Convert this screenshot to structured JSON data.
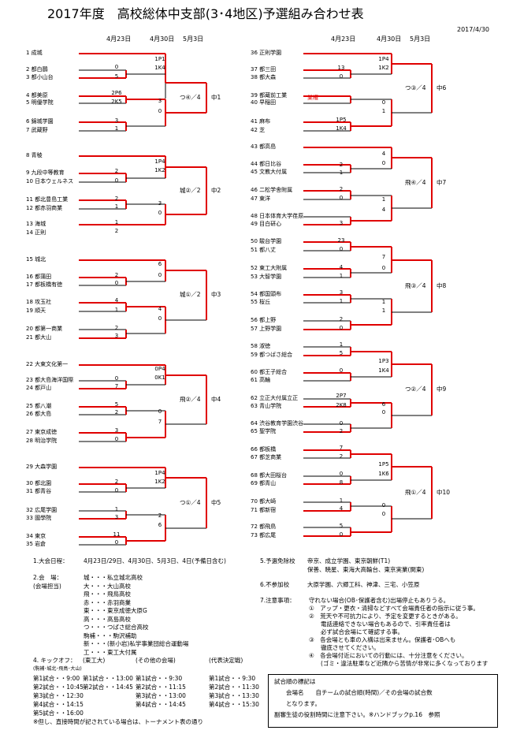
{
  "title": "2017年度　高校総体中支部(3･4地区)予選組み合わせ表",
  "print_date": "2017/4/30",
  "round_headers": [
    "4月23日",
    "4月30日",
    "5月3日"
  ],
  "colors": {
    "winner_line": "#e00000",
    "normal_line": "#000000",
    "highlight_text": "#e00000"
  },
  "left_teams": [
    "1 成城",
    "2 都白鷗",
    "3 都小山台",
    "4 都美原",
    "5 明優学院",
    "6 錦城学園",
    "7 武蔵野",
    "8 青稜",
    "9 九段中等教育",
    "10 日本ウェルネス",
    "11 都北豊島工業",
    "12 都赤羽商業",
    "13 海城",
    "14 正則",
    "15 城北",
    "16 都蒲田",
    "17 都板橋有徳",
    "18 攻玉社",
    "19 順天",
    "20 都第一商業",
    "21 都大山",
    "22 大東文化第一",
    "23 都大島海洋国際",
    "24 都戸山",
    "25 都八潮",
    "26 都大島",
    "27 東京成徳",
    "28 明治学院",
    "29 大森学園",
    "30 都北園",
    "31 都青谷",
    "32 広尾学園",
    "33 國學院",
    "34 東京",
    "35 岩倉"
  ],
  "right_teams": [
    "36 正則学園",
    "37 都三田",
    "38 都大森",
    "39 都蔵前工業",
    "40 早稲田",
    "41 麻布",
    "42 芝",
    "43 都高島",
    "44 都日比谷",
    "45 文教大付属",
    "46 二松学舎附属",
    "47 東洋",
    "48 日本体育大学荏原",
    "49 目白研心",
    "50 駿台学園",
    "51 都八丈",
    "52 東工大附属",
    "53 大智学園",
    "54 都国頭布",
    "55 桜丘",
    "56 都上野",
    "57 上野学園",
    "58 淑徳",
    "59 都つばさ総合",
    "60 都王子総合",
    "61 高輪",
    "62 立正大付属立正",
    "63 青山学院",
    "64 渋谷教育学園渋谷",
    "65 聖学院",
    "66 都板橋",
    "67 都芝商業",
    "68 都大田桜台",
    "69 都青山",
    "70 都大崎",
    "71 都新宿",
    "72 都飛鳥",
    "73 都広尾"
  ],
  "venues": [
    "つ④／4",
    "城②／2",
    "城①／2",
    "飛②／4",
    "つ①／4",
    "つ③／4",
    "飛④／4",
    "飛③／4",
    "つ②／4",
    "飛①／4"
  ],
  "pool_labels": [
    "中1",
    "中2",
    "中3",
    "中4",
    "中5",
    "中6",
    "中7",
    "中8",
    "中9",
    "中10"
  ],
  "scores": {
    "left": [
      "1P1",
      "1K4",
      "0",
      "5",
      "2P6",
      "2K5",
      "3",
      "0",
      "3",
      "1",
      "1P4",
      "1K2",
      "2",
      "0",
      "2",
      "1",
      "3",
      "0",
      "1",
      "2",
      "6",
      "0",
      "2",
      "0",
      "4",
      "1",
      "4",
      "0",
      "2",
      "3",
      "0P4",
      "0K1",
      "0",
      "7",
      "5",
      "2",
      "0",
      "7",
      "3",
      "0",
      "1P4",
      "1K2",
      "2",
      "0",
      "1",
      "3",
      "2",
      "6",
      "11",
      "0"
    ],
    "right": [
      "1P4",
      "1K2",
      "13",
      "0",
      "0",
      "1",
      "1P5",
      "1K4",
      "4",
      "0",
      "2",
      "1",
      "2",
      "0",
      "1",
      "4",
      "3",
      "23",
      "0",
      "7",
      "4",
      "1",
      "0",
      "3",
      "1",
      "1",
      "1",
      "2",
      "0",
      "1",
      "1P3",
      "1K4",
      "5",
      "0",
      "2P7",
      "2K8",
      "6",
      "0",
      "0",
      "2",
      "7",
      "2",
      "1P5",
      "1K6",
      "0",
      "8",
      "1",
      "4",
      "0",
      "0",
      "5",
      "0"
    ]
  },
  "highlight_text": "業権",
  "notes": {
    "n1_label": "1.大会日程：",
    "n1_text": "4月23日/29日、4月30日、5月3日、4日(予備日含む)",
    "n2_label": "2.会　場：",
    "n2_sub": "(会場担当)",
    "n2_items": [
      "城・・・私立城北高校",
      "大・・・大山高校",
      "飛・・・飛鳥高校",
      "赤・・・赤羽商業",
      "東・・・東京成徳大原G",
      "高・・・高島高校",
      "つ・・・つばさ総合高校",
      "駒補・・・駒沢補助",
      "新・・・(新小岩)私学事業団総合運動場",
      "工・・・東工大付属"
    ],
    "n5_label": "5.予選免除校",
    "n5_lines": [
      "帝京、成立学園、東京朝鮮(T1)",
      "保善、暁星、東海大高輪台、東京実業(関東)"
    ],
    "n6_label": "6.不参加校",
    "n6_text": "大原学園、六郷工科、神津、三宅、小笠原",
    "n7_label": "7.注意事項：",
    "n7_lines": [
      "守れない場合(OB･保護者含む)出場停止もありうる。",
      "①　アップ・更衣・清掃などすべて会場責任者の指示に従う事。",
      "②　荒天や不可抗力により、予定を変更するときがある。",
      "　　電話連絡できない場合もあるので、引率責任者は",
      "　　必ず試合会場にて確認する事。",
      "③　各会場とも車の入構は出来ません。保護者･OBへも",
      "　　徹底させてください。",
      "④　各会場付近においての行動には、十分注意をください。",
      "　　(ゴミ・違法駐車など近隣から苦情が非常に多くなっております"
    ],
    "n4_label": "4. キックオフ：",
    "n4_sub": "(駒補･城北･飛鳥･大山)",
    "n4_cols": [
      {
        "head": "",
        "rows": [
          "第1試合・・9:00",
          "第2試合・・10:45",
          "第3試合・・12:30",
          "第4試合・・14:15",
          "第5試合・・16:00"
        ]
      },
      {
        "head": "(東工大)",
        "rows": [
          "第1試合・・13:00",
          "第2試合・・14:45"
        ]
      },
      {
        "head": "(その他の会場)",
        "rows": [
          "第1試合・・9:30",
          "第2試合・・11:15",
          "第3試合・・13:00",
          "第4試合・・14:45"
        ]
      },
      {
        "head": "(代表決定戦)",
        "rows": [
          "第1試合・・9:30",
          "第2試合・・11:30",
          "第3試合・・13:30",
          "第4試合・・15:30"
        ]
      }
    ],
    "n4_footer": "※但し、直接時間が記されている場合は、トーナメント表の通り",
    "box_lines": [
      "試合順の標記は",
      "　　会場名　　自チームの試合順(時間)／その会場の試合数",
      "　　となります。",
      "副審生徒の役割時間に注意下さい。※ハンドブックp.16　参照"
    ]
  }
}
